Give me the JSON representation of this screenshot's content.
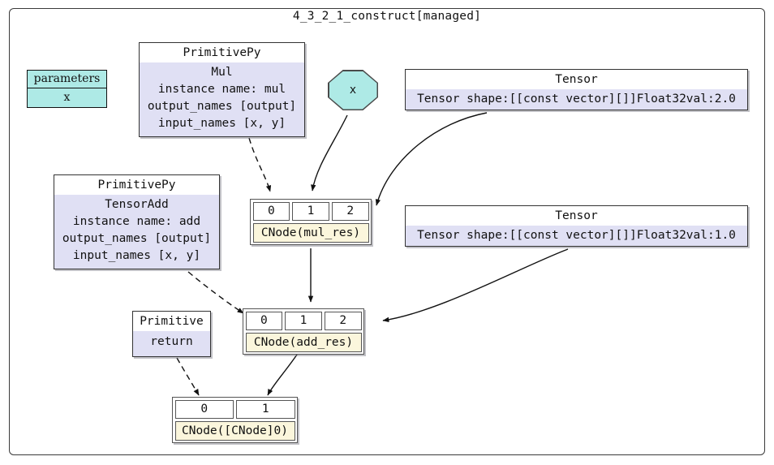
{
  "graph": {
    "title": "4_3_2_1_construct[managed]",
    "colors": {
      "param_fill": "#aeeae6",
      "prim_body_fill": "#e0e0f4",
      "prim_header_fill": "#ffffff",
      "cnode_label_fill": "#fbf6dc",
      "edge_stroke": "#111111",
      "frame_stroke": "#3a3a3a"
    }
  },
  "parameters_node": {
    "header": "parameters",
    "value": "x"
  },
  "mul_primitive": {
    "header": "PrimitivePy",
    "name": "Mul",
    "instance_name": "instance name: mul",
    "output_names": "output_names [output]",
    "input_names": "input_names [x, y]"
  },
  "add_primitive": {
    "header": "PrimitivePy",
    "name": "TensorAdd",
    "instance_name": "instance name: add",
    "output_names": "output_names [output]",
    "input_names": "input_names [x, y]"
  },
  "return_primitive": {
    "header": "Primitive",
    "name": "return"
  },
  "x_node": {
    "label": "x"
  },
  "tensor_top": {
    "header": "Tensor",
    "body": "Tensor shape:[[const vector][]]Float32val:2.0"
  },
  "tensor_bottom": {
    "header": "Tensor",
    "body": "Tensor shape:[[const vector][]]Float32val:1.0"
  },
  "mul_res_node": {
    "ports": [
      "0",
      "1",
      "2"
    ],
    "label": "CNode(mul_res)"
  },
  "add_res_node": {
    "ports": [
      "0",
      "1",
      "2"
    ],
    "label": "CNode(add_res)"
  },
  "return_node": {
    "ports": [
      "0",
      "1"
    ],
    "label": "CNode([CNode]0)"
  }
}
